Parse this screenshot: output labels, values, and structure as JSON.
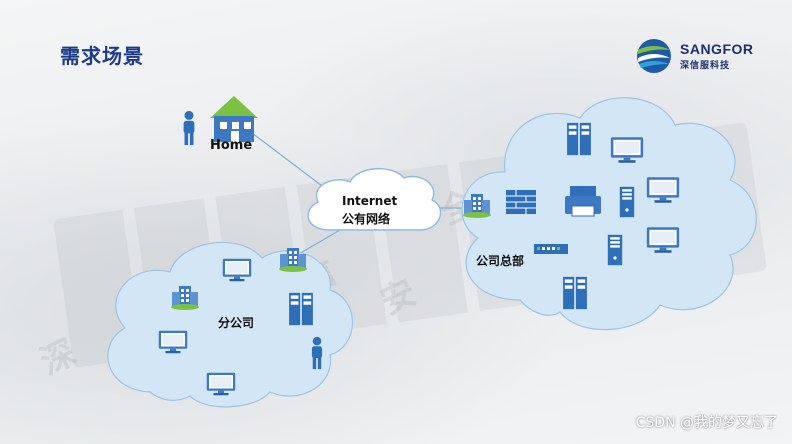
{
  "title": "需求场景",
  "logo": {
    "brand": "SANGFOR",
    "sub": "深信服科技"
  },
  "nodes": {
    "home": "Home",
    "internet_line1": "Internet",
    "internet_line2": "公有网络",
    "headquarters": "公司总部",
    "branch": "分公司"
  },
  "credit": "CSDN @我的梦又忘了",
  "colors": {
    "cloud_fill": "#d3e6f6",
    "cloud_stroke": "#9cc3e4",
    "icon_blue": "#2f6fb8",
    "link": "#7fb0d8",
    "title": "#1e3a8a"
  }
}
